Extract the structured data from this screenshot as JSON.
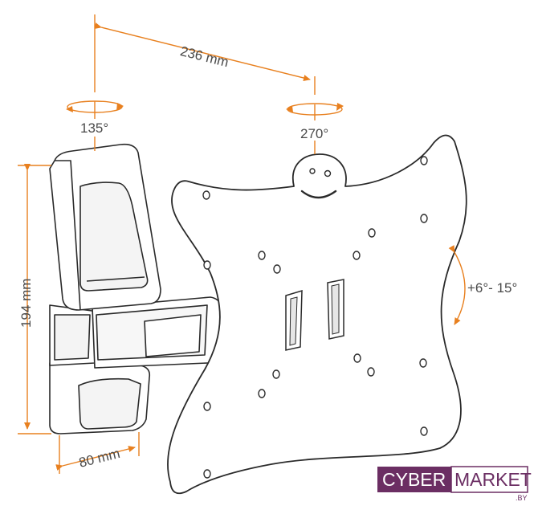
{
  "colors": {
    "accent": "#e8801f",
    "outline": "#2a2a2a",
    "text": "#4a4a4a",
    "logo_purple": "#6b2e63"
  },
  "dimensions": {
    "arm_length": "236 mm",
    "wall_rotation": "135°",
    "plate_rotation": "270°",
    "height": "194 mm",
    "width": "80 mm",
    "tilt": "+6°- 15°"
  },
  "logo": {
    "part1": "CYBER",
    "part2": "MARKET",
    "suffix": ".BY"
  }
}
